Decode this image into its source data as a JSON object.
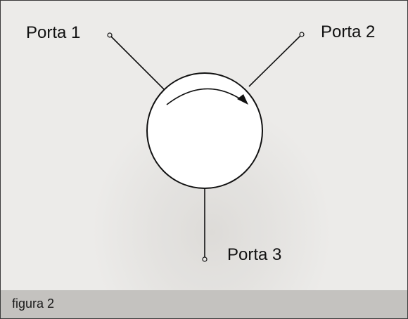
{
  "diagram": {
    "device_type": "circulator",
    "rotation_direction": "clockwise",
    "ports": [
      {
        "label": "Porta 1"
      },
      {
        "label": "Porta 2"
      },
      {
        "label": "Porta 3"
      }
    ]
  },
  "caption": "figura 2",
  "colors": {
    "background": "#ecebe9",
    "caption_bar": "#c4c2bf",
    "lines": "#111111"
  }
}
